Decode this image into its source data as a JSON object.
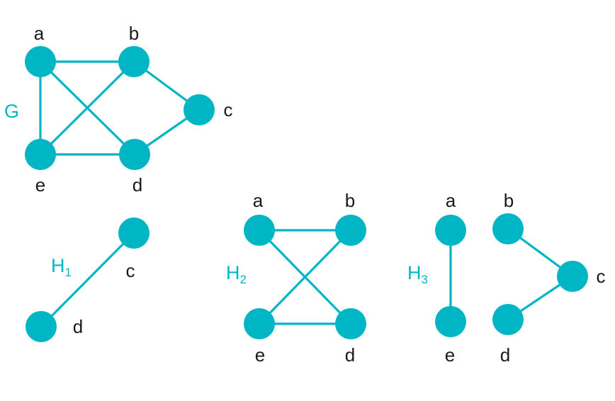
{
  "style": {
    "accent": "#00b5c4",
    "label_color": "#1a1a1a",
    "background": "#ffffff"
  },
  "graphs": [
    {
      "id": "G",
      "name": "G",
      "subscript": "",
      "nodes": [
        {
          "id": "a",
          "label": "a"
        },
        {
          "id": "b",
          "label": "b"
        },
        {
          "id": "c",
          "label": "c"
        },
        {
          "id": "d",
          "label": "d"
        },
        {
          "id": "e",
          "label": "e"
        }
      ],
      "edges": [
        [
          "a",
          "b"
        ],
        [
          "a",
          "e"
        ],
        [
          "a",
          "d"
        ],
        [
          "b",
          "e"
        ],
        [
          "b",
          "c"
        ],
        [
          "c",
          "d"
        ],
        [
          "e",
          "d"
        ]
      ]
    },
    {
      "id": "H1",
      "name": "H",
      "subscript": "1",
      "nodes": [
        {
          "id": "c",
          "label": "c"
        },
        {
          "id": "d",
          "label": "d"
        }
      ],
      "edges": [
        [
          "c",
          "d"
        ]
      ]
    },
    {
      "id": "H2",
      "name": "H",
      "subscript": "2",
      "nodes": [
        {
          "id": "a",
          "label": "a"
        },
        {
          "id": "b",
          "label": "b"
        },
        {
          "id": "e",
          "label": "e"
        },
        {
          "id": "d",
          "label": "d"
        }
      ],
      "edges": [
        [
          "a",
          "b"
        ],
        [
          "a",
          "d"
        ],
        [
          "b",
          "e"
        ],
        [
          "e",
          "d"
        ]
      ]
    },
    {
      "id": "H3",
      "name": "H",
      "subscript": "3",
      "nodes": [
        {
          "id": "a",
          "label": "a"
        },
        {
          "id": "b",
          "label": "b"
        },
        {
          "id": "c",
          "label": "c"
        },
        {
          "id": "d",
          "label": "d"
        },
        {
          "id": "e",
          "label": "e"
        }
      ],
      "edges": [
        [
          "a",
          "e"
        ],
        [
          "b",
          "c"
        ],
        [
          "c",
          "d"
        ]
      ]
    }
  ]
}
